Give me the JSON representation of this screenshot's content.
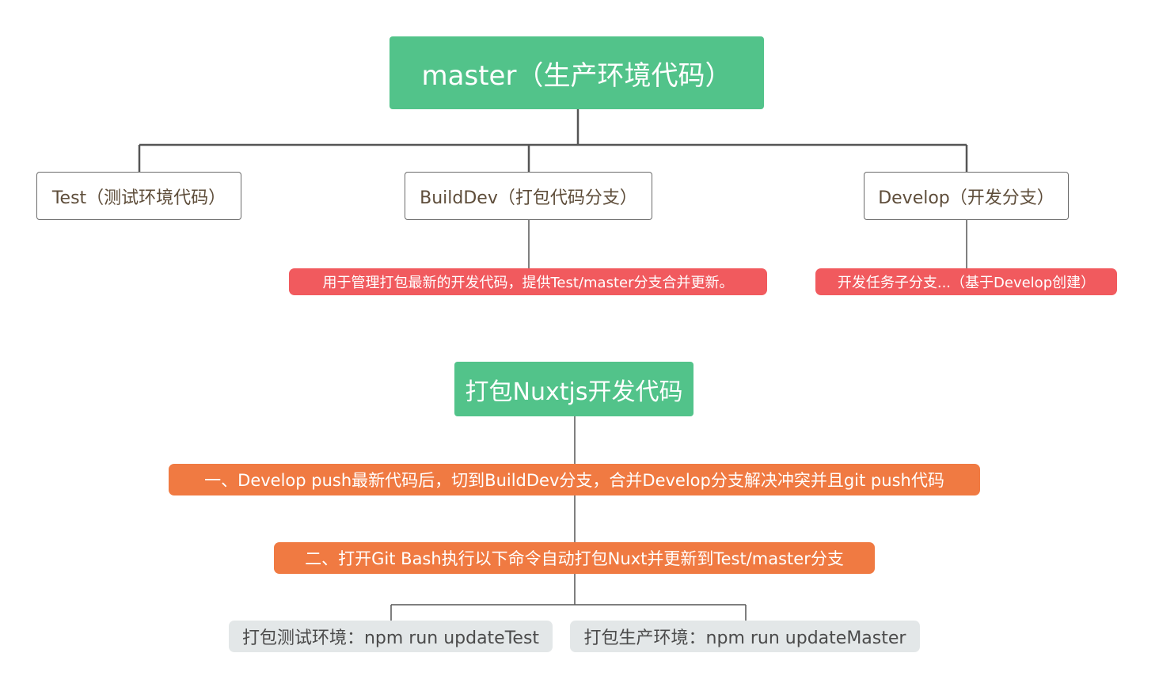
{
  "colors": {
    "root_fill": "#52c38a",
    "branch_border": "#6b6b6b",
    "branch_text": "#5e4d3a",
    "note_red": "#f15a5e",
    "note_orange": "#f07a42",
    "leaf_fill": "#e3e7e8",
    "connector": "#555555"
  },
  "tree1": {
    "root": "master（生产环境代码）",
    "branches": [
      "Test（测试环境代码）",
      "BuildDev（打包代码分支）",
      "Develop（开发分支）"
    ],
    "builddev_note": "用于管理打包最新的开发代码，提供Test/master分支合并更新。",
    "develop_note": "开发任务子分支...（基于Develop创建）"
  },
  "tree2": {
    "root": "打包Nuxtjs开发代码",
    "step1": "一、Develop push最新代码后，切到BuildDev分支，合并Develop分支解决冲突并且git push代码",
    "step2": "二、打开Git Bash执行以下命令自动打包Nuxt并更新到Test/master分支",
    "leaves": [
      "打包测试环境：npm run updateTest",
      "打包生产环境：npm run updateMaster"
    ]
  }
}
